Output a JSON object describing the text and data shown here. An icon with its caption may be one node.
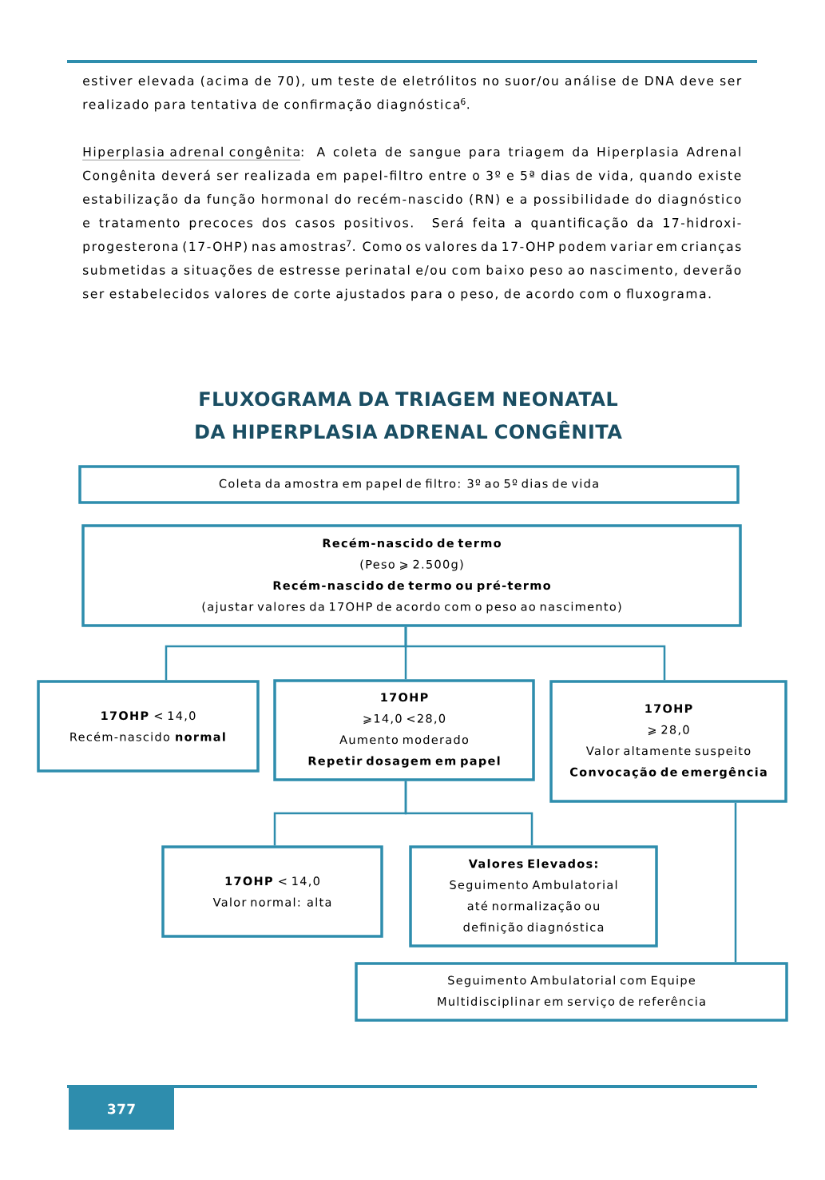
{
  "diagram": {
    "title": "FLUXOGRAMA DA TRIAGEM NEONATAL DA HIPERPLASIA ADRENAL CONGÊNITA",
    "nodes": [
      {
        "text": [
          "Coleta da amostra em papel de filtro: 3º ao 5º dias de vida"
        ]
      },
      {
        "text": [
          "Recém-nascido de termo",
          "(Peso ⩾ 2.500g)",
          "Recém-nascido de termo ou pré-termo",
          "(ajustar valores da 17OHP de acordo com o peso ao nascimento)"
        ]
      },
      {
        "text": [
          "**17OHP** < 14,0",
          "Recém-nascido **normal**"
        ]
      },
      {
        "text": [
          "17OHP",
          "⩾14,0 <28,0",
          "Aumento moderado",
          "Repetir dosagem em papel"
        ]
      },
      {
        "text": [
          "17OHP",
          "⩾ 28,0",
          "Valor altamente suspeito",
          "Convocação de emergência"
        ]
      },
      {
        "text": [
          "**17OHP** < 14,0",
          "Valor normal: alta"
        ]
      },
      {
        "text": [
          "Valores Elevados:",
          "Seguimento Ambulatorial até normalização ou definição diagnóstica"
        ]
      },
      {
        "text": [
          "Seguimento Ambulatorial com Equipe Multidisciplinar em serviço de referência"
        ]
      }
    ],
    "edges": [
      {
        "from": 1,
        "to": 2,
        "arrow": "none"
      },
      {
        "from": 1,
        "to": 3,
        "arrow": "none"
      },
      {
        "from": 1,
        "to": 4,
        "arrow": "none"
      },
      {
        "from": 3,
        "to": 5,
        "arrow": "none"
      },
      {
        "from": 3,
        "to": 6,
        "arrow": "none"
      },
      {
        "from": 4,
        "to": 7,
        "arrow": "none"
      }
    ],
    "labels": [
      "estiver elevada (acima de 70), um teste de eletrólitos no suor/ou análise de DNA deve ser realizado para tentativa de confirmação diagnóstica$^{6}$.",
      "Hiperplasia adrenal congênita",
      ": A coleta de sangue para triagem da Hiperplasia Adrenal Congênita deverá ser realizada em papel-filtro entre o 3º e 5ª dias de vida, quando existe estabilização da função hormonal do recém-nascido (RN) e a possibilidade do diagnóstico e tratamento precoces dos casos positivos. Será feita a quantificação da 17-hidroxi-progesterona (17-OHP) nas amostras$^{7}$. Como os valores da 17-OHP podem variar em crianças submetidas a situações de estresse perinatal e/ou com baixo peso ao nascimento, deverão ser estabelecidos valores de corte ajustados para o peso, de acordo com o fluxograma.",
      "377"
    ]
  }
}
